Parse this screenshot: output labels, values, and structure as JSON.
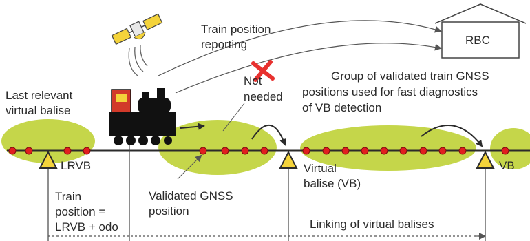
{
  "colors": {
    "zone_fill": "#c5d64a",
    "track": "#2b2b2b",
    "point_fill": "#e01f1f",
    "balise_fill": "#f4d33a",
    "cross": "#e8312f",
    "text": "#2a2a2a"
  },
  "icons": [
    "satellite-icon",
    "train-icon",
    "rbc-building-icon",
    "red-cross-icon",
    "virtual-balise-icon"
  ],
  "labels": {
    "train_position_reporting": [
      "Train position",
      "reporting"
    ],
    "rbc": "RBC",
    "not_needed": [
      "Not",
      "needed"
    ],
    "group_validated": [
      "Group of validated train GNSS",
      "positions used for fast diagnostics",
      "of VB detection"
    ],
    "last_relevant": [
      "Last relevant",
      "virtual balise"
    ],
    "lrvb": "LRVB",
    "virtual_balise": [
      "Virtual",
      "balise (VB)"
    ],
    "vb": "VB",
    "train_position_formula": [
      "Train",
      "position =",
      "LRVB + odo"
    ],
    "validated_gnss": [
      "Validated GNSS",
      "position"
    ],
    "linking": "Linking of virtual balises"
  }
}
